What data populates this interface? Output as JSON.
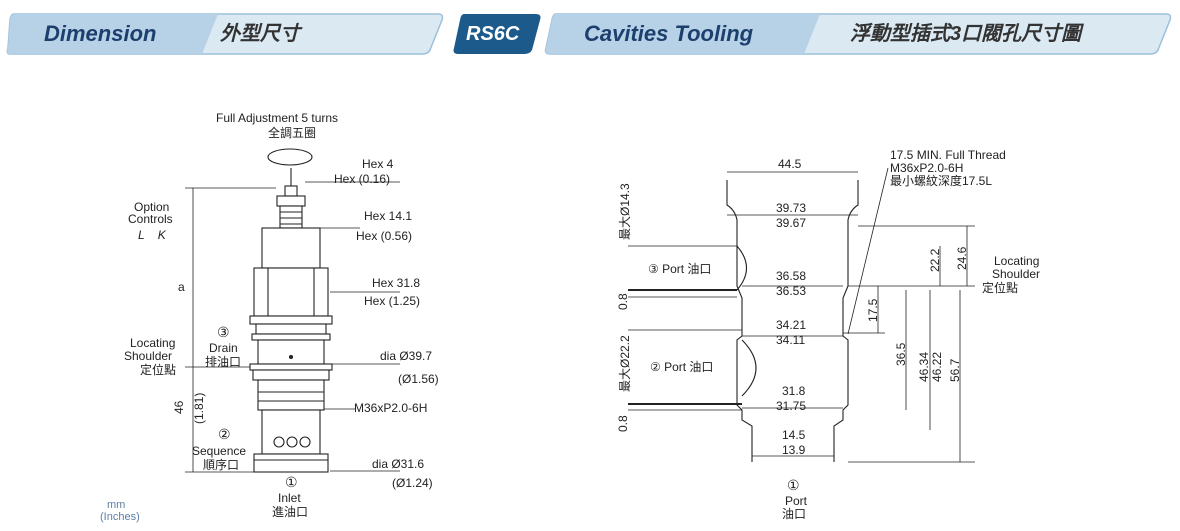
{
  "header": {
    "tab1_en": "Dimension",
    "tab1_zh": "外型尺寸",
    "badge": "RS6C",
    "tab2_en": "Cavities Tooling",
    "tab2_zh": "浮動型插式3口閥孔尺寸圖",
    "accent": "#1c5a8c",
    "tab_light": "#dbe9f3",
    "tab_mid": "#b7d2e6"
  },
  "left": {
    "adj_en": "Full Adjustment 5 turns",
    "adj_zh": "全調五圈",
    "hex4": "Hex 4",
    "hex4_in": "Hex (0.16)",
    "option_line1": "Option",
    "option_line2": "Controls",
    "option_line3": "L    K",
    "hex141": "Hex 14.1",
    "hex141_in": "Hex (0.56)",
    "a": "a",
    "hex318": "Hex 31.8",
    "hex318_in": "Hex (1.25)",
    "loc1": "Locating",
    "loc2": "Shoulder",
    "loc3": "定位點",
    "port3_num": "③",
    "drain": "Drain",
    "drain_zh": "排油口",
    "dia397": "dia  Ø39.7",
    "dia397_in": "(Ø1.56)",
    "dim46": "46",
    "dim181": "(1.81)",
    "thread": "M36xP2.0-6H",
    "port2_num": "②",
    "seq": "Sequence",
    "seq_zh": "順序口",
    "dia316": "dia  Ø31.6",
    "dia316_in": "(Ø1.24)",
    "port1_num": "①",
    "inlet": "Inlet",
    "inlet_zh": "進油口",
    "units1": "mm",
    "units2": "(Inches)"
  },
  "right": {
    "d445": "44.5",
    "thread_note1": "17.5 MIN. Full Thread",
    "thread_note2": "M36xP2.0-6H",
    "thread_note3": "最小螺紋深度17.5L",
    "max143": "最大Ø14.3",
    "d3973": "39.73",
    "d3967": "39.67",
    "d222": "22.2",
    "d246": "24.6",
    "loc1": "Locating",
    "loc2": "Shoulder",
    "loc3": "定位點",
    "port3": "③ Port 油口",
    "d3658": "36.58",
    "d3653": "36.53",
    "d08a": "0.8",
    "d175": "17.5",
    "d3421": "34.21",
    "d3411": "34.11",
    "max222": "最大Ø22.2",
    "port2": "② Port 油口",
    "d365": "36.5",
    "d4634": "46.34",
    "d4622": "46.22",
    "d567": "56.7",
    "d318": "31.8",
    "d3175": "31.75",
    "d08b": "0.8",
    "d145": "14.5",
    "d139": "13.9",
    "port1_num": "①",
    "port1": "Port",
    "port1_zh": "油口"
  }
}
